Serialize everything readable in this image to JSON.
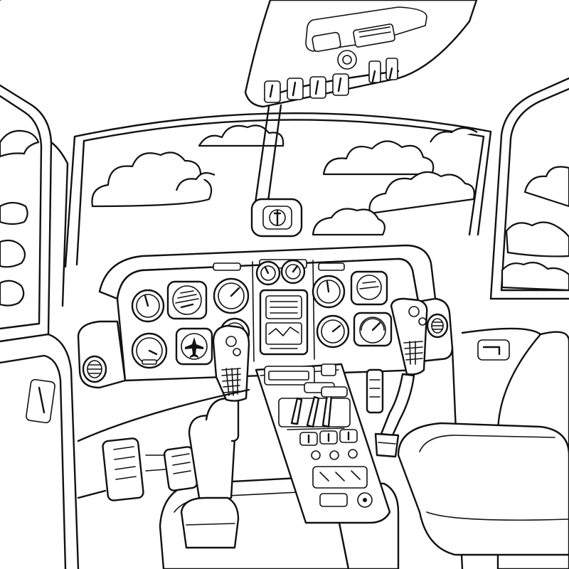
{
  "scene": {
    "kind": "coloring-page",
    "subject": "",
    "palette": {
      "line": "#111111",
      "paper": "#ffffff"
    },
    "gauges": [
      {
        "id": "g1",
        "kind": "dial",
        "needle_deg": -150
      },
      {
        "id": "g2",
        "kind": "attitude",
        "needle_deg": 0
      },
      {
        "id": "g3",
        "kind": "dial",
        "needle_deg": 20
      },
      {
        "id": "g4",
        "kind": "dial",
        "needle_deg": -40
      },
      {
        "id": "g5",
        "kind": "dial",
        "needle_deg": 30
      },
      {
        "id": "g6",
        "kind": "dial",
        "needle_deg": -30
      },
      {
        "id": "g7",
        "kind": "dial",
        "needle_deg": 40
      },
      {
        "id": "g8",
        "kind": "dial",
        "needle_deg": -20
      },
      {
        "id": "g9",
        "kind": "dial",
        "needle_deg": 10
      },
      {
        "id": "g10",
        "kind": "attitude",
        "needle_deg": 0
      },
      {
        "id": "g11",
        "kind": "dial",
        "needle_deg": 30
      },
      {
        "id": "g12",
        "kind": "gauge",
        "needle_deg": 35
      },
      {
        "id": "g13",
        "kind": "heading",
        "needle_deg": 0
      },
      {
        "id": "g14",
        "kind": "compass",
        "needle_deg": 0
      }
    ],
    "icons": [
      "airplane-icon"
    ]
  }
}
